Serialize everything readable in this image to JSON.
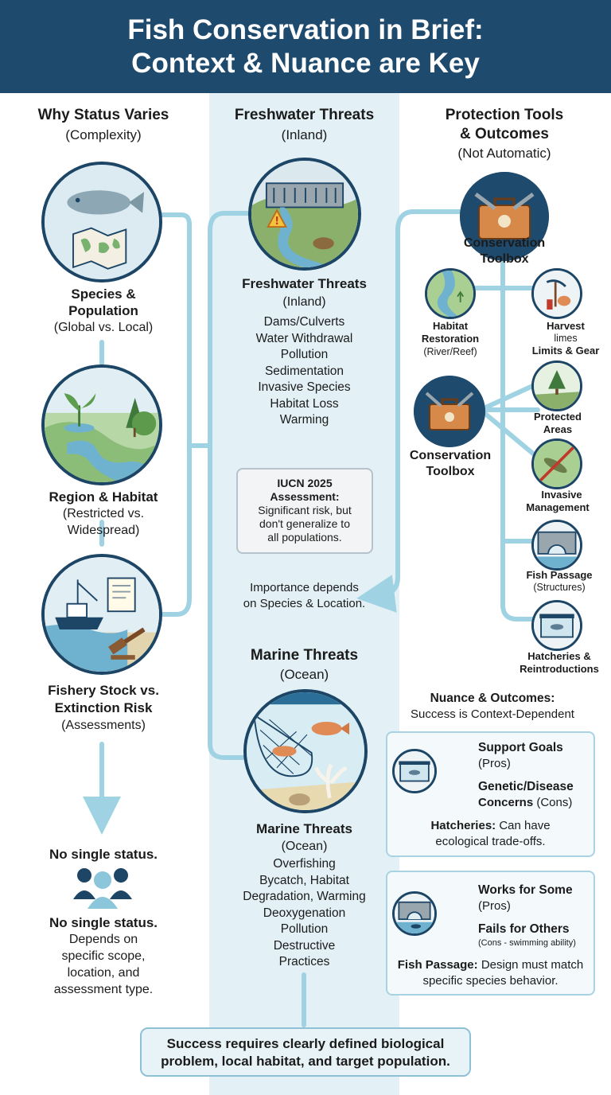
{
  "header": {
    "title_line1": "Fish Conservation in Brief:",
    "title_line2": "Context & Nuance are Key"
  },
  "colors": {
    "header_bg": "#1e4a6e",
    "connector": "#9fd2e2",
    "circle_border": "#1c4566",
    "center_band": "#e3f1f6"
  },
  "left": {
    "heading": "Why Status Varies",
    "subheading": "(Complexity)",
    "species": {
      "title_line1": "Species &",
      "title_line2": "Population",
      "sub": "(Global vs. Local)"
    },
    "region": {
      "title": "Region & Habitat",
      "sub_line1": "(Restricted vs.",
      "sub_line2": "Widespread)"
    },
    "fishery": {
      "title_line1": "Fishery Stock vs.",
      "title_line2": "Extinction Risk",
      "sub": "(Assessments)"
    },
    "no_single_status": "No single status.",
    "no_single_status_2": "No single status.",
    "depends": [
      "Depends on",
      "specific scope,",
      "location, and",
      "assessment type."
    ],
    "icons": [
      "fish-map-icon",
      "river-sprout-icon",
      "fishing-boat-gavel-icon",
      "people-group-icon"
    ]
  },
  "center": {
    "heading": "Freshwater Threats",
    "subheading": "(Inland)",
    "fresh_title": "Freshwater Threats",
    "fresh_sub": "(Inland)",
    "fresh_list": [
      "Dams/Culverts",
      "Water Withdrawal",
      "Pollution",
      "Sedimentation",
      "Invasive Species",
      "Habitat Loss",
      "Warming"
    ],
    "iucn": {
      "line1": "IUCN 2025",
      "line2": "Assessment:",
      "line3": "Significant risk, but",
      "line4": "don't generalize to",
      "line5": "all populations."
    },
    "importance_line1": "Importance depends",
    "importance_line2": "on Species & Location.",
    "marine_heading": "Marine Threats",
    "marine_subheading": "(Ocean)",
    "marine_title": "Marine Threats",
    "marine_sub": "(Ocean)",
    "marine_list": [
      "Overfishing",
      "Bycatch, Habitat",
      "Degradation, Warming",
      "Deoxygenation",
      "Pollution",
      "Destructive",
      "Practices"
    ],
    "icons": [
      "dam-river-icon",
      "fishing-net-coral-icon"
    ]
  },
  "right": {
    "heading_line1": "Protection Tools",
    "heading_line2": "& Outcomes",
    "subheading": "(Not Automatic)",
    "toolbox_top_line1": "Conservation",
    "toolbox_top_line2": "Toolbox",
    "toolbox_mid_line1": "Conservation",
    "toolbox_mid_line2": "Toolbox",
    "habitat_line1": "Habitat",
    "habitat_line2": "Restoration",
    "habitat_line3": "(River/Reef)",
    "harvest_line1": "Harvest",
    "harvest_line2": "limes",
    "harvest_line3": "Limits & Gear",
    "protected_line1": "Protected",
    "protected_line2": "Areas",
    "invasive_line1": "Invasive",
    "invasive_line2": "Management",
    "passage_line1": "Fish Passage",
    "passage_line2": "(Structures)",
    "hatch_line1": "Hatcheries &",
    "hatch_line2": "Reintroductions",
    "icons": [
      "toolbox-icon",
      "habitat-restoration-icon",
      "harvest-limits-icon",
      "protected-areas-icon",
      "invasive-management-icon",
      "fish-passage-icon",
      "hatcheries-icon"
    ]
  },
  "nuance": {
    "heading": "Nuance & Outcomes:",
    "subheading": "Success is Context-Dependent",
    "hatch": {
      "pro_title": "Support Goals",
      "pro_sub": "(Pros)",
      "con_title": "Genetic/Disease",
      "con_title2": "Concerns",
      "con_sub": "(Cons)",
      "summary_bold": "Hatcheries:",
      "summary_rest": "Can have",
      "summary_line2": "ecological trade-offs."
    },
    "passage": {
      "pro_title": "Works for Some",
      "pro_sub": "(Pros)",
      "con_title": "Fails for Others",
      "con_sub": "(Cons - swimming ability)",
      "summary_bold": "Fish Passage:",
      "summary_rest": "Design must match",
      "summary_line2": "specific species behavior."
    }
  },
  "footer": {
    "line1": "Success requires clearly defined biological",
    "line2": "problem, local habitat, and target population."
  }
}
